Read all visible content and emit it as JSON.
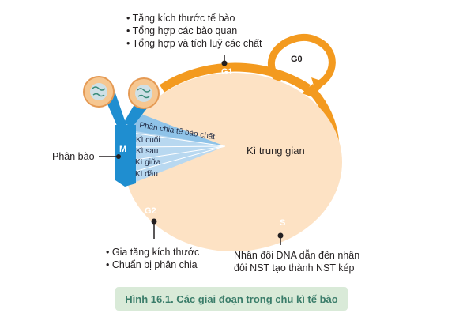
{
  "top_notes": [
    "• Tăng kích thước tế bào",
    "• Tổng hợp các bào quan",
    "• Tổng hợp và tích luỹ các chất"
  ],
  "phases": {
    "g1": "G1",
    "g0": "G0",
    "s": "S",
    "g2": "G2",
    "m": "M"
  },
  "center_label": "Kì trung gian",
  "m_wedge": {
    "title": "Phân chia tế bào chất",
    "stages": [
      "Kì cuối",
      "Kì sau",
      "Kì giữa",
      "Kì đầu"
    ]
  },
  "left_label": "Phân bào",
  "s_note": [
    "Nhân đôi DNA dẫn đến nhân",
    "đôi NST tạo thành NST kép"
  ],
  "g2_notes": [
    "• Gia tăng kích thước",
    "• Chuẩn bị phân chia"
  ],
  "caption": "Hình 16.1. Các giai đoạn trong chu kì tế bào",
  "colors": {
    "orange": "#f39a1f",
    "peach": "#fde2c4",
    "blue": "#1f8ed0",
    "light_blue": "#b8d8f0",
    "caption_bg": "#d9ead8",
    "caption_text": "#3b7d6a"
  }
}
